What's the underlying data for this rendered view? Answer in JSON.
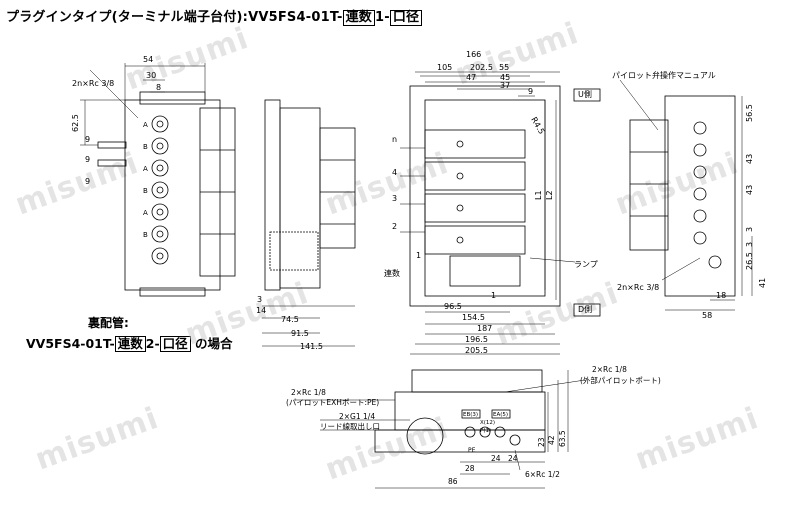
{
  "title": {
    "prefix": "プラグインタイプ(ターミナル端子台付):VV5FS4-01T-",
    "box1": "連数",
    "mid": "1-",
    "box2": "口径"
  },
  "subtitle": "裏配管:",
  "subline": {
    "prefix": "VV5FS4-01T-",
    "box1": "連数",
    "mid": "2-",
    "box2": "口径",
    "suffix": "の場合"
  },
  "watermark": "misumi",
  "front": {
    "dim_54": "54",
    "dim_30": "30",
    "dim_8": "8",
    "port": "2n×Rc 3/8",
    "dim_62_5": "62.5",
    "dim_9a": "9",
    "dim_9b": "9",
    "dim_9c": "9",
    "letter_a": "A",
    "letter_b": "B"
  },
  "side": {
    "dim_3": "3",
    "dim_14": "14",
    "dim_74_5": "74.5",
    "dim_91_5": "91.5",
    "dim_141_5": "141.5"
  },
  "top": {
    "dim_202_5": "202.5",
    "dim_166": "166",
    "dim_105": "105",
    "dim_55": "55",
    "dim_47": "47",
    "dim_45": "45",
    "dim_37": "37",
    "dim_9": "9",
    "dim_r4_5": "R4.5",
    "station_n": "n",
    "station_4": "4",
    "station_3": "3",
    "station_2": "2",
    "station_1": "1",
    "rensu": "連数",
    "l1": "L1",
    "l2": "L2",
    "u_side": "U側",
    "d_side": "D側",
    "lamp": "ランプ",
    "dim_96_5": "96.5",
    "dim_1": "1",
    "dim_154_5": "154.5",
    "dim_187": "187",
    "dim_196_5": "196.5",
    "dim_205_5": "205.5"
  },
  "right": {
    "manual": "パイロット弁操作マニュアル",
    "dim_56_5": "56.5",
    "dim_43a": "43",
    "dim_43b": "43",
    "dim_3a": "3",
    "dim_3b": "3",
    "dim_26_5": "26.5",
    "dim_41": "41",
    "port": "2n×Rc 3/8",
    "dim_18": "18",
    "dim_58": "58"
  },
  "bottom": {
    "pe_port": "2×Rc 1/8",
    "pe_label": "(パイロットEXHポート:PE)",
    "g_port": "2×G1 1/4",
    "lead": "リード線取出し口",
    "pilot_port": "2×Rc 1/8",
    "pilot_label": "(外部パイロットポート)",
    "eb": "EB(3)",
    "ea": "EA(5)",
    "x": "X(12)",
    "p": "P(1)",
    "pe": "PE",
    "dim_28": "28",
    "dim_24a": "24",
    "dim_24b": "24",
    "dim_86": "86",
    "dim_23": "23",
    "dim_42": "42",
    "dim_63_5": "63.5",
    "port6": "6×Rc 1/2"
  }
}
